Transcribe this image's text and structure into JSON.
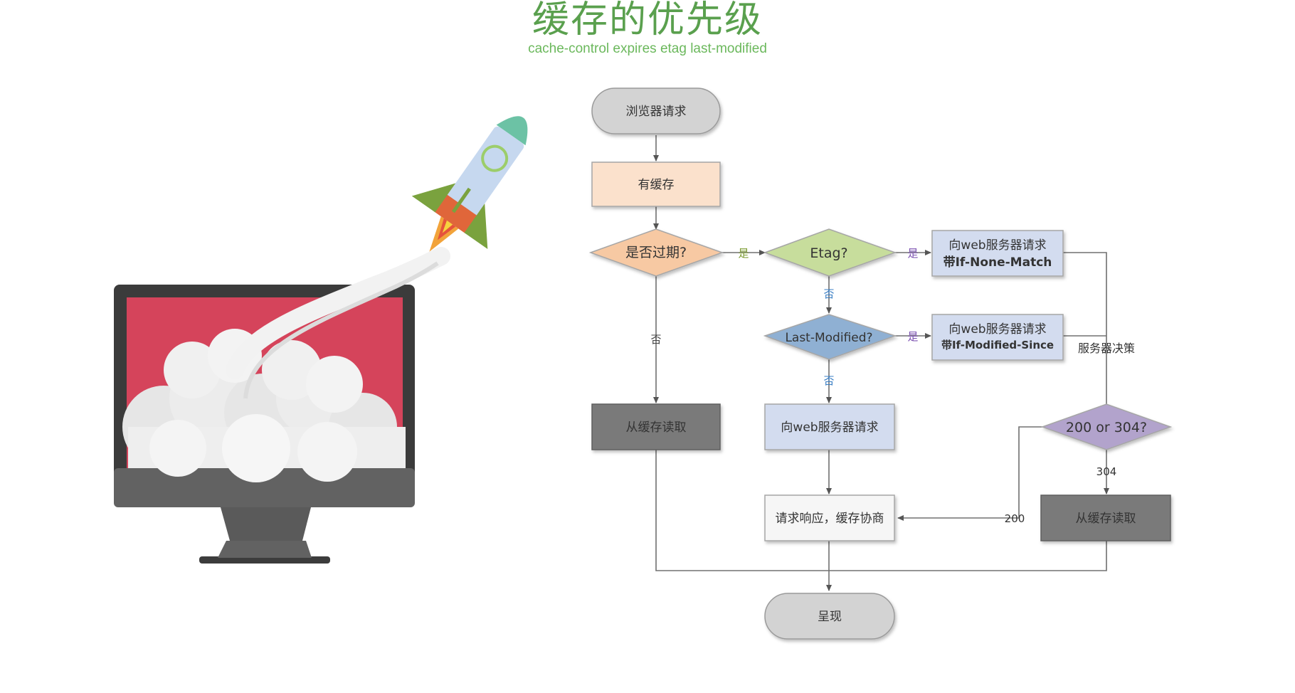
{
  "header": {
    "title": "缓存的优先级",
    "subtitle": "cache-control expires etag last-modified"
  },
  "illustration": {
    "icon": "computer-rocket-illustration",
    "colors": {
      "screen": "#d5445b",
      "monitor": "#3b3b3b",
      "rocket_body": "#c6d8ef",
      "rocket_nose": "#6cc2a5",
      "rocket_band": "#e0663a",
      "rocket_fins": "#7aa23e"
    }
  },
  "flowchart": {
    "nodes": {
      "browser_request": "浏览器请求",
      "has_cache": "有缓存",
      "expired": "是否过期?",
      "etag": "Etag?",
      "req_none_match_line1": "向web服务器请求",
      "req_none_match_line2": "带If-None-Match",
      "last_modified": "Last-Modified?",
      "req_modified_since_line1": "向web服务器请求",
      "req_modified_since_line2": "带If-Modified-Since",
      "read_cache_left": "从缓存读取",
      "request_server": "向web服务器请求",
      "decision_200_304": "200 or 304?",
      "response_negotiate": "请求响应，缓存协商",
      "read_cache_right": "从缓存读取",
      "render": "呈现"
    },
    "edges": {
      "yes_1": "是",
      "yes_2": "是",
      "yes_3": "是",
      "no_expired": "否",
      "no_etag": "否",
      "no_last_modified": "否",
      "server_decision": "服务器决策",
      "code_304": "304",
      "code_200": "200"
    },
    "colors": {
      "terminal": "#d3d3d3",
      "has_cache": "#fbe1cc",
      "expired": "#f7c9a3",
      "etag": "#c7dd9c",
      "request_box": "#d3dcef",
      "last_modified": "#8fb0d3",
      "read_cache": "#7a7a7a",
      "decision_200_304": "#b2a3cc",
      "negotiate": "#f6f6f6",
      "line": "#707070"
    }
  }
}
